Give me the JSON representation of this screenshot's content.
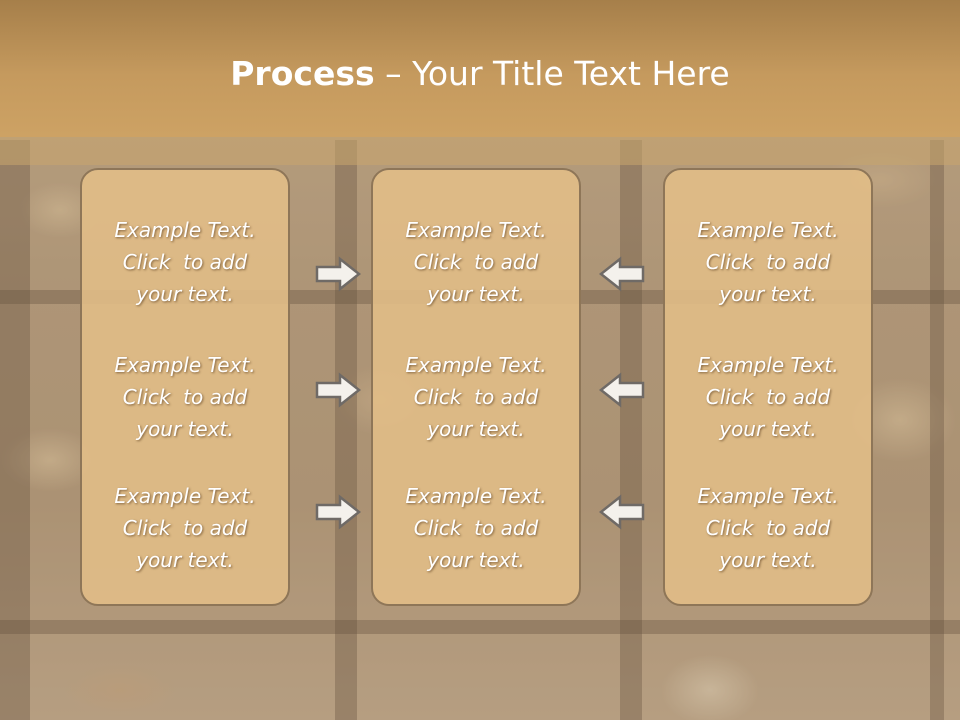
{
  "title": {
    "bold": "Process",
    "rest": " – Your Title Text Here"
  },
  "columns": [
    {
      "items": [
        {
          "line1": "Example Text.",
          "line2": "Click  to add",
          "line3": "your text."
        },
        {
          "line1": "Example Text.",
          "line2": "Click  to add",
          "line3": "your text."
        },
        {
          "line1": "Example Text.",
          "line2": "Click  to add",
          "line3": "your text."
        }
      ]
    },
    {
      "items": [
        {
          "line1": "Example Text.",
          "line2": "Click  to add",
          "line3": "your text."
        },
        {
          "line1": "Example Text.",
          "line2": "Click  to add",
          "line3": "your text."
        },
        {
          "line1": "Example Text.",
          "line2": "Click  to add",
          "line3": "your text."
        }
      ]
    },
    {
      "items": [
        {
          "line1": "Example Text.",
          "line2": "Click  to add",
          "line3": "your text."
        },
        {
          "line1": "Example Text.",
          "line2": "Click  to add",
          "line3": "your text."
        },
        {
          "line1": "Example Text.",
          "line2": "Click  to add",
          "line3": "your text."
        }
      ]
    }
  ],
  "arrows": {
    "left_group": "right-arrow-icon",
    "right_group": "left-arrow-icon"
  },
  "colors": {
    "title_bar": "#c59a5e",
    "box_fill": "#e2be88",
    "box_border": "#8e7658",
    "text": "#ffffff"
  }
}
